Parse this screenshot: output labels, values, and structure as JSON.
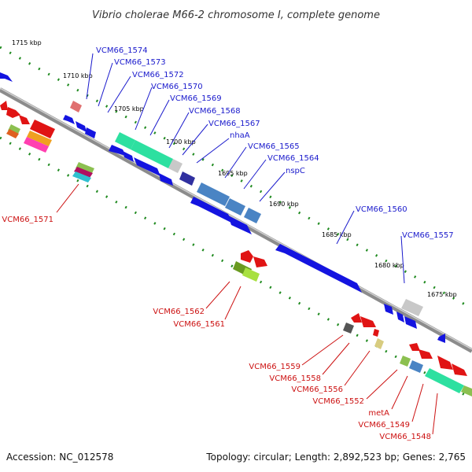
{
  "title": "Vibrio cholerae M66-2 chromosome I, complete genome",
  "footer": {
    "accession": "Accession: NC_012578",
    "summary": "Topology: circular; Length: 2,892,523 bp; Genes: 2,765"
  },
  "scale_ticks": [
    "1715 kbp",
    "1710 kbp",
    "1705 kbp",
    "1700 kbp",
    "1695 kbp",
    "1690 kbp",
    "1685 kbp",
    "1680 kbp",
    "1675 kbp"
  ],
  "gene_labels_top": [
    "VCM66_1574",
    "VCM66_1573",
    "VCM66_1572",
    "VCM66_1570",
    "VCM66_1569",
    "VCM66_1568",
    "VCM66_1567",
    "nhaA",
    "VCM66_1565",
    "VCM66_1564",
    "nspC",
    "VCM66_1560",
    "VCM66_1557"
  ],
  "gene_labels_bottom": [
    "VCM66_1571",
    "VCM66_1562",
    "VCM66_1561",
    "VCM66_1559",
    "VCM66_1558",
    "VCM66_1556",
    "VCM66_1552",
    "metA",
    "VCM66_1549",
    "VCM66_1548"
  ],
  "colors": {
    "backbone": "#8c8c8c",
    "forward_cds": "#1414e0",
    "reverse_cds": "#e01414",
    "top_label": "#1a1acc",
    "bottom_label": "#cc1111",
    "tick_dot": "#1f8a1f"
  }
}
